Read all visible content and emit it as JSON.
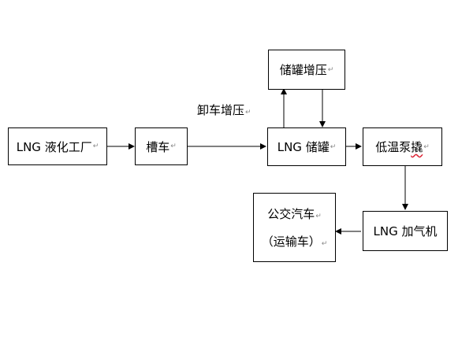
{
  "nodes": {
    "factory": "LNG 液化工厂",
    "tanker": "槽车",
    "storage_tank": "LNG 储罐",
    "boost": "储罐增压",
    "pump": "低温泵",
    "pump_tail": "撬",
    "dispenser": "LNG 加气机",
    "bus_line1": "公交汽车",
    "bus_line2": "（运输车）"
  },
  "labels": {
    "unload_boost": "卸车增压"
  },
  "paragraph_mark": "↵"
}
